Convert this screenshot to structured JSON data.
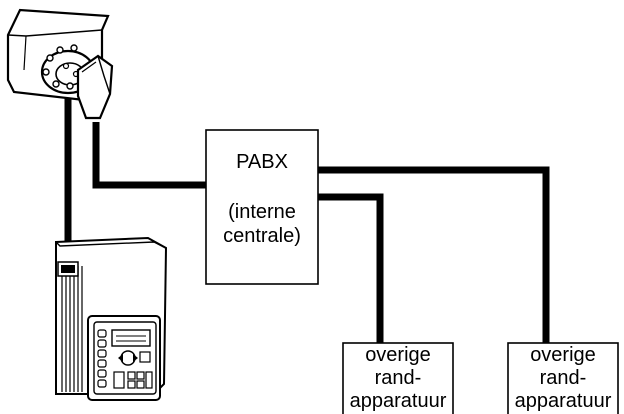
{
  "pabx": {
    "title": "PABX",
    "subtitle_line1": "(interne",
    "subtitle_line2": "centrale)"
  },
  "peripheral_left": {
    "line1": "overige",
    "line2": "rand-",
    "line3": "apparatuur"
  },
  "peripheral_right": {
    "line1": "overige",
    "line2": "rand-",
    "line3": "apparatuur"
  },
  "icons": {
    "wall_socket": "wall-socket-icon",
    "plug": "plug-icon",
    "modem": "modem-icon"
  },
  "colors": {
    "line": "#000000",
    "background": "#ffffff",
    "device_fill": "#ffffff",
    "stripe": "#dddddd"
  }
}
